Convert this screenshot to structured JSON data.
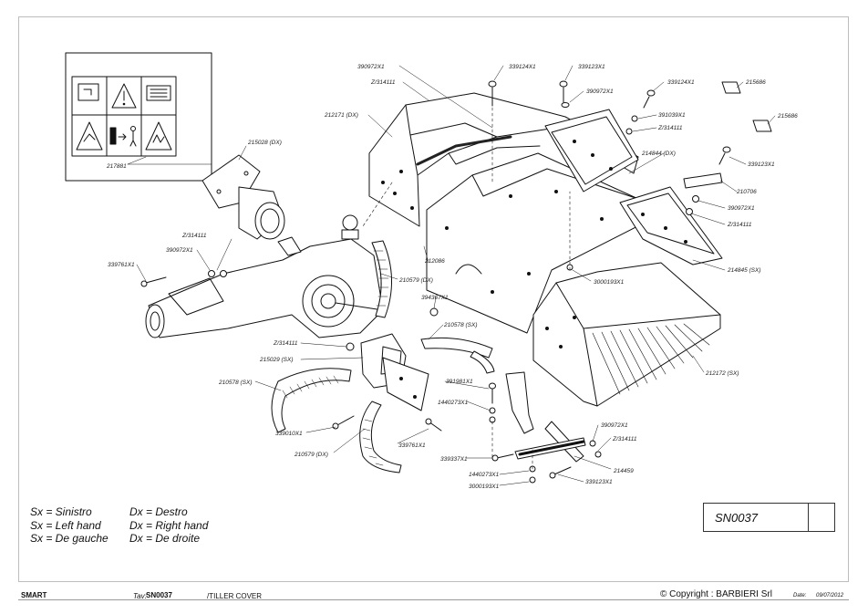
{
  "parts": [
    "390972X1",
    "339124X1",
    "339123X1",
    "339124X1",
    "390972X1",
    "391039X1",
    "Z/314111",
    "214844 (DX)",
    "215686",
    "215686",
    "339123X1",
    "210706",
    "390972X1",
    "Z/314111",
    "214845 (SX)",
    "Z/314111",
    "212171 (DX)",
    "215028 (DX)",
    "217881",
    "Z/314111",
    "390972X1",
    "339761X1",
    "210579 (DX)",
    "212086",
    "3000193X1",
    "394367X1",
    "210578 (SX)",
    "Z/314111",
    "215029 (SX)",
    "210578 (SX)",
    "391981X1",
    "1440273X1",
    "212172 (SX)",
    "339010X1",
    "339761X1",
    "210579 (DX)",
    "390972X1",
    "Z/314111",
    "339337X1",
    "214459",
    "1440273X1",
    "3000193X1",
    "339123X1"
  ],
  "legend": {
    "sx_it": "Sx = Sinistro",
    "sx_en": "Sx = Left hand",
    "sx_fr": "Sx = De gauche",
    "dx_it": "Dx = Destro",
    "dx_en": "Dx = Right hand",
    "dx_fr": "Dx = De droite"
  },
  "reference_code": "SN0037",
  "footer": {
    "model": "SMART",
    "table_label": "Tav:",
    "table_code": "SN0037",
    "title": "/TILLER COVER",
    "copyright": "© Copyright : BARBIERI Srl",
    "date_label": "Date:",
    "date": "09/07/2012"
  }
}
